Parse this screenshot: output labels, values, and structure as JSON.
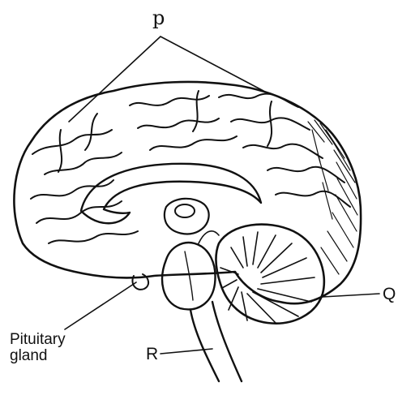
{
  "diagram": {
    "labels": {
      "p": "p",
      "q": "Q",
      "r": "R",
      "pituitary_line1": "Pituitary",
      "pituitary_line2": "gland"
    }
  }
}
